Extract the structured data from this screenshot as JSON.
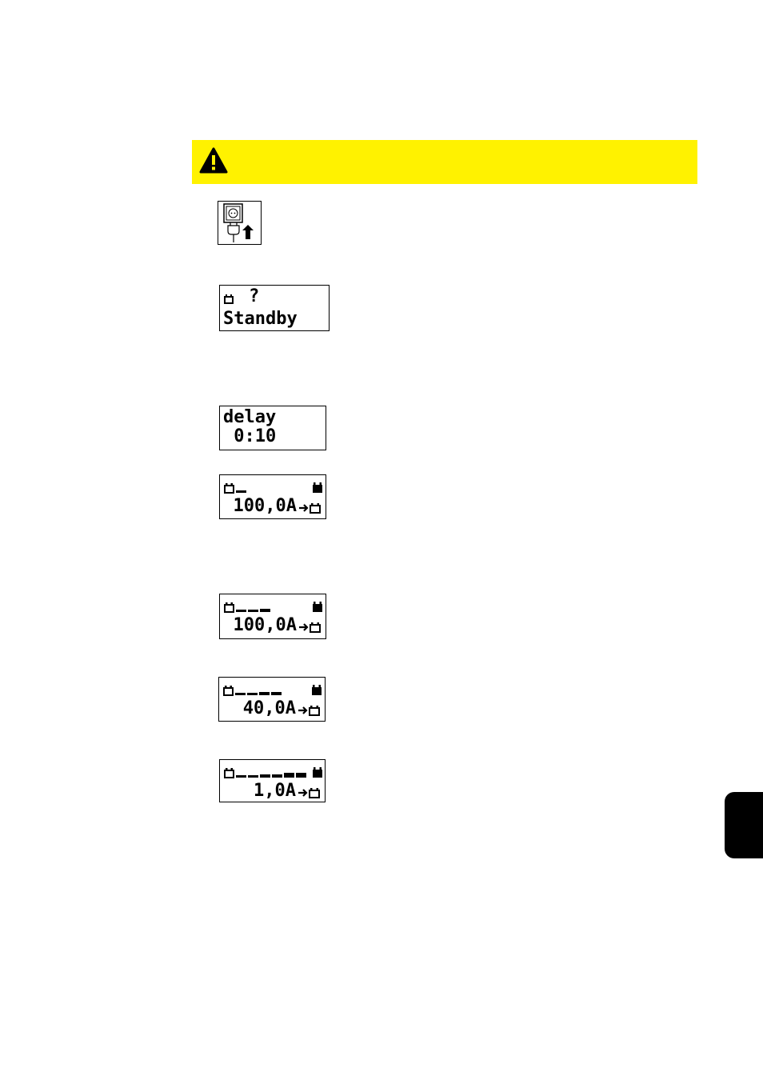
{
  "warning": {
    "icon": "warning-triangle-icon",
    "color": "#fff200"
  },
  "plug_icon": "mains-plug-connect-icon",
  "displays": [
    {
      "id": "standby",
      "line1": "?",
      "line2": "Standby"
    },
    {
      "id": "delay",
      "line1": "delay",
      "line2": " 0:10"
    },
    {
      "id": "charge-1",
      "bar_segments": 1,
      "current": "100,0A"
    },
    {
      "id": "charge-2",
      "bar_segments": 3,
      "current": "100,0A"
    },
    {
      "id": "charge-3",
      "bar_segments": 4,
      "current": "40,0A"
    },
    {
      "id": "charge-4",
      "bar_segments": 6,
      "current": "1,0A"
    }
  ]
}
